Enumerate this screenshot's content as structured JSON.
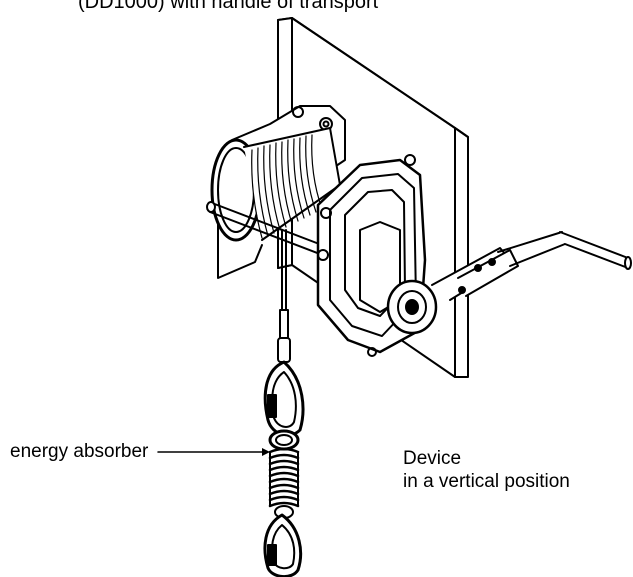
{
  "top_caption": "(DD1000) with handle of transport",
  "labels": {
    "energy_absorber": "energy absorber",
    "device_line1": "Device",
    "device_line2": "in a vertical position"
  }
}
